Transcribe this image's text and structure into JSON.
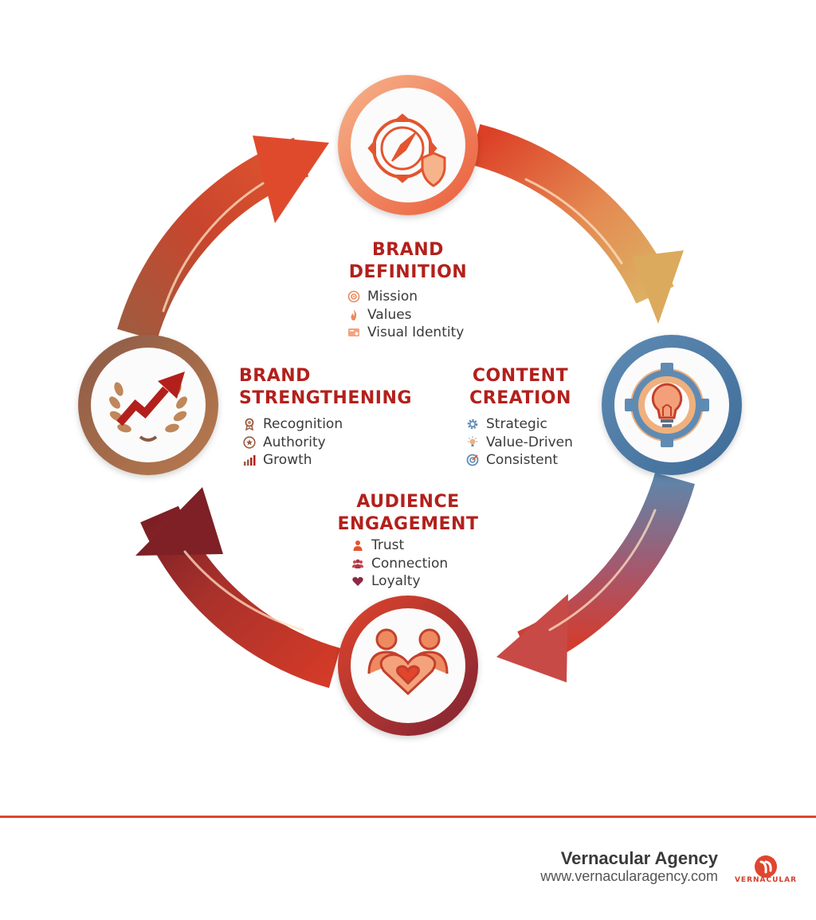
{
  "stages": [
    {
      "id": "definition",
      "title_line1": "BRAND",
      "title_line2": "DEFINITION",
      "items": [
        {
          "label": "Mission",
          "icon": "target-icon"
        },
        {
          "label": "Values",
          "icon": "flame-icon"
        },
        {
          "label": "Visual Identity",
          "icon": "image-card-icon"
        }
      ],
      "node_icon": "compass-shield-icon"
    },
    {
      "id": "content",
      "title_line1": "CONTENT",
      "title_line2": "CREATION",
      "items": [
        {
          "label": "Strategic",
          "icon": "gear-icon"
        },
        {
          "label": "Value-Driven",
          "icon": "lightbulb-icon"
        },
        {
          "label": "Consistent",
          "icon": "target-check-icon"
        }
      ],
      "node_icon": "gear-lightbulb-icon"
    },
    {
      "id": "audience",
      "title_line1": "AUDIENCE",
      "title_line2": "ENGAGEMENT",
      "items": [
        {
          "label": "Trust",
          "icon": "person-icon"
        },
        {
          "label": "Connection",
          "icon": "people-group-icon"
        },
        {
          "label": "Loyalty",
          "icon": "heart-icon"
        }
      ],
      "node_icon": "people-heart-icon"
    },
    {
      "id": "strengthening",
      "title_line1": "BRAND",
      "title_line2": "STRENGTHENING",
      "items": [
        {
          "label": "Recognition",
          "icon": "award-ribbon-icon"
        },
        {
          "label": "Authority",
          "icon": "star-badge-icon"
        },
        {
          "label": "Growth",
          "icon": "bar-growth-icon"
        }
      ],
      "node_icon": "laurel-arrow-icon"
    }
  ],
  "footer": {
    "company": "Vernacular Agency",
    "url": "www.vernacularagency.com",
    "logo_text": "VERNACULAR"
  },
  "colors": {
    "title": "#b3201c",
    "orange": "#e9613f",
    "red": "#d33a28",
    "gold": "#d9a552",
    "blue": "#5a86ad",
    "maroon": "#8c2a33",
    "brown": "#9a5a40",
    "footer_rule": "#e0452f"
  }
}
